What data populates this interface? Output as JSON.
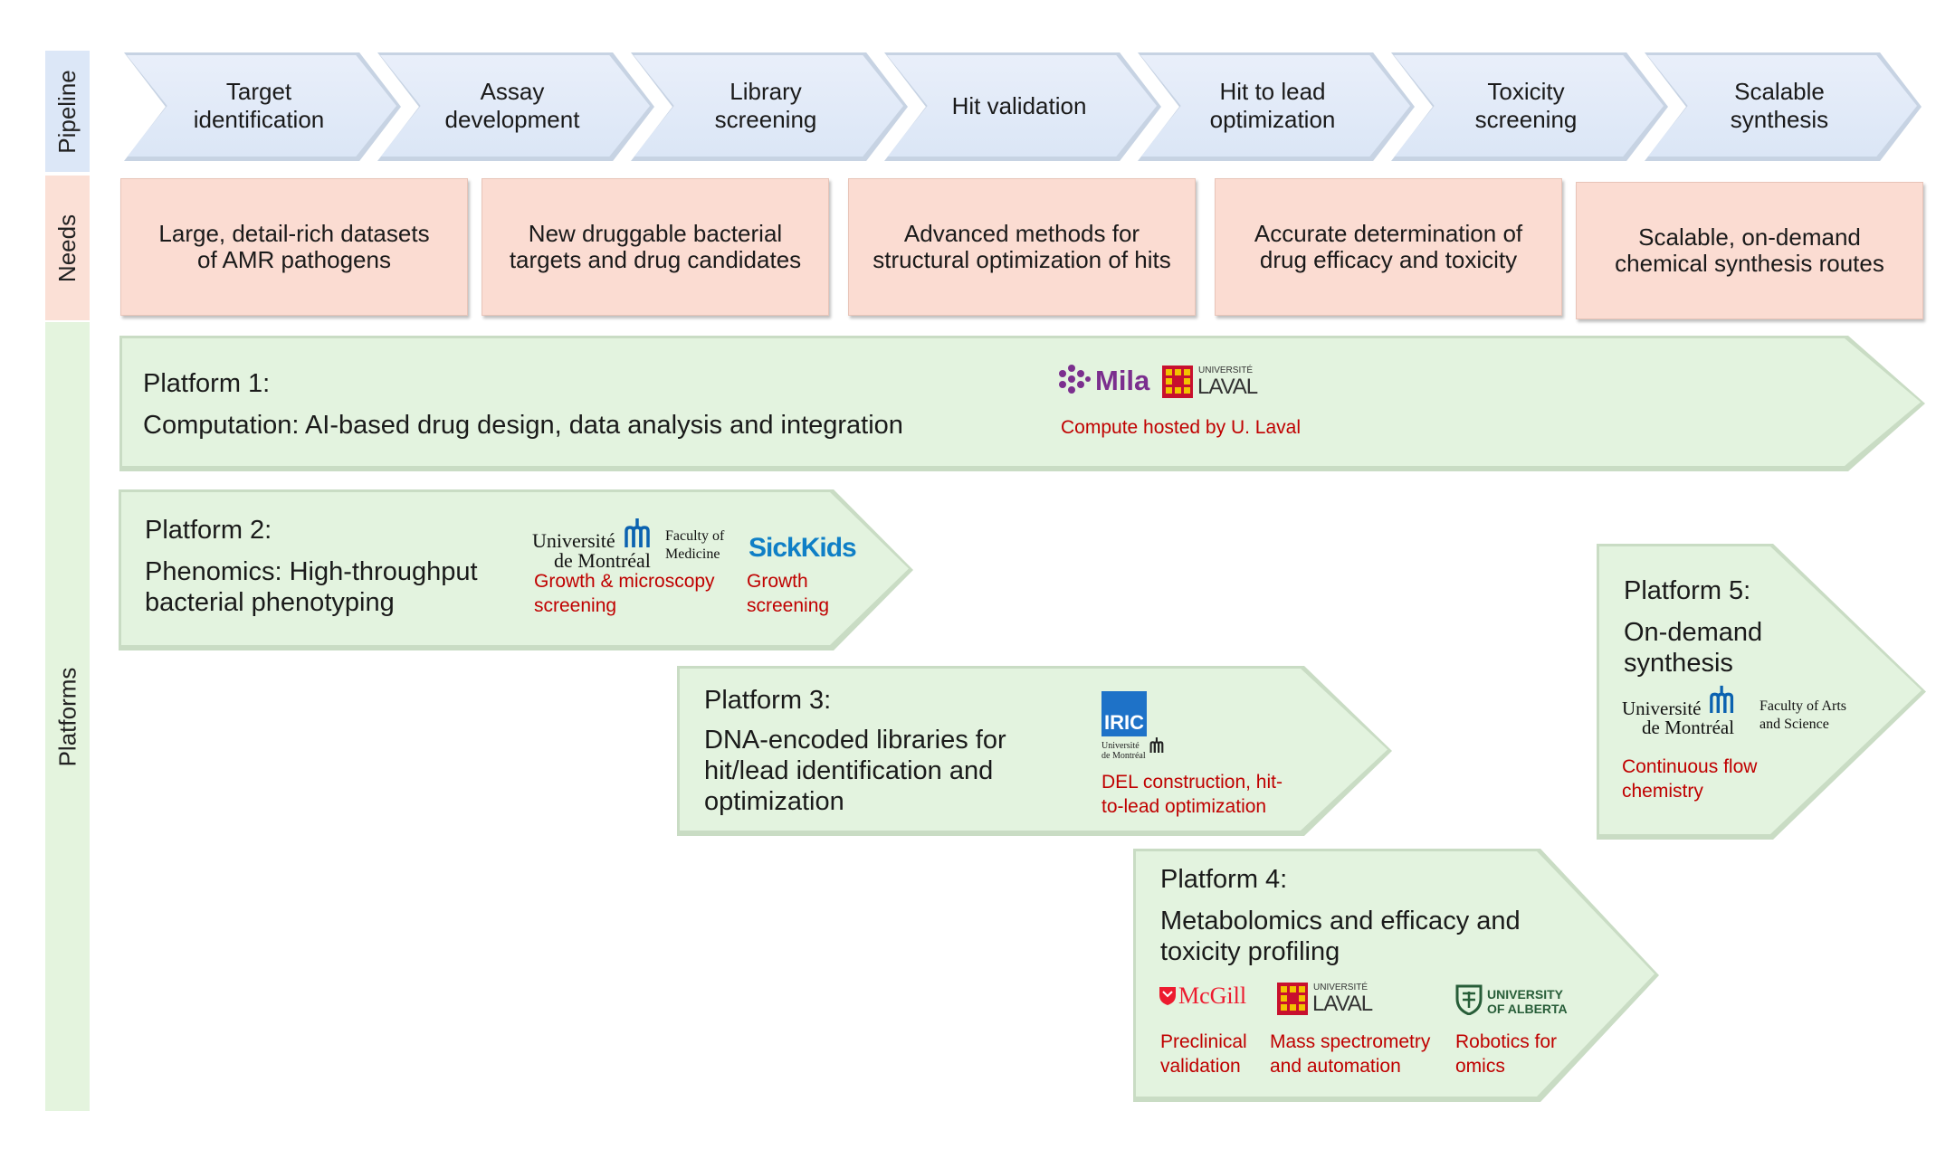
{
  "sidebar": {
    "pipeline": "Pipeline",
    "needs": "Needs",
    "platforms": "Platforms"
  },
  "pipeline": [
    "Target\nidentification",
    "Assay\ndevelopment",
    "Library\nscreening",
    "Hit validation",
    "Hit to lead\noptimization",
    "Toxicity\nscreening",
    "Scalable\nsynthesis"
  ],
  "needs": [
    "Large, detail-rich datasets\nof AMR pathogens",
    "New druggable bacterial\ntargets and drug candidates",
    "Advanced methods for\nstructural optimization of hits",
    "Accurate determination of\ndrug efficacy and toxicity",
    "Scalable, on-demand\nchemical synthesis routes"
  ],
  "platforms": {
    "p1": {
      "title": "Platform 1:",
      "desc": "Computation: AI-based drug design, data analysis and integration",
      "logo_mila": "Mila",
      "logo_laval_top": "UNIVERSITÉ",
      "logo_laval": "LAVAL",
      "note": "Compute hosted by U. Laval"
    },
    "p2": {
      "title": "Platform 2:",
      "desc": "Phenomics: High-throughput\nbacterial phenotyping",
      "udem_1": "Université",
      "udem_2": "de Montréal",
      "udem_fac": "Faculty of\nMedicine",
      "note1": "Growth & microscopy\nscreening",
      "logo_sickkids": "SickKids",
      "note2": "Growth\nscreening"
    },
    "p3": {
      "title": "Platform 3:",
      "desc": "DNA-encoded libraries for\nhit/lead identification and\noptimization",
      "logo_iric": "IRIC",
      "udem_small": "Université\nde Montréal",
      "note": "DEL construction, hit-\nto-lead optimization"
    },
    "p4": {
      "title": "Platform 4:",
      "desc": "Metabolomics and efficacy and\ntoxicity profiling",
      "logo_mcgill": "McGill",
      "logo_laval_top": "UNIVERSITÉ",
      "logo_laval": "LAVAL",
      "logo_alberta": "UNIVERSITY\nOF ALBERTA",
      "note1": "Preclinical\nvalidation",
      "note2": "Mass spectrometry\nand automation",
      "note3": "Robotics for\nomics"
    },
    "p5": {
      "title": "Platform 5:",
      "desc": "On-demand\nsynthesis",
      "udem_1": "Université",
      "udem_2": "de Montréal",
      "udem_fac": "Faculty of Arts\nand Science",
      "note": "Continuous flow\nchemistry"
    }
  },
  "colors": {
    "pipeline": "#dce7f7",
    "needs": "#fbdcd2",
    "platforms": "#e3f3df",
    "note_red": "#c00000",
    "mila_purple": "#7b2f8e",
    "laval_red": "#c8102e",
    "udem_blue": "#0b62b0",
    "sickkids_blue": "#0f7fc6",
    "alberta_green": "#275d38"
  }
}
